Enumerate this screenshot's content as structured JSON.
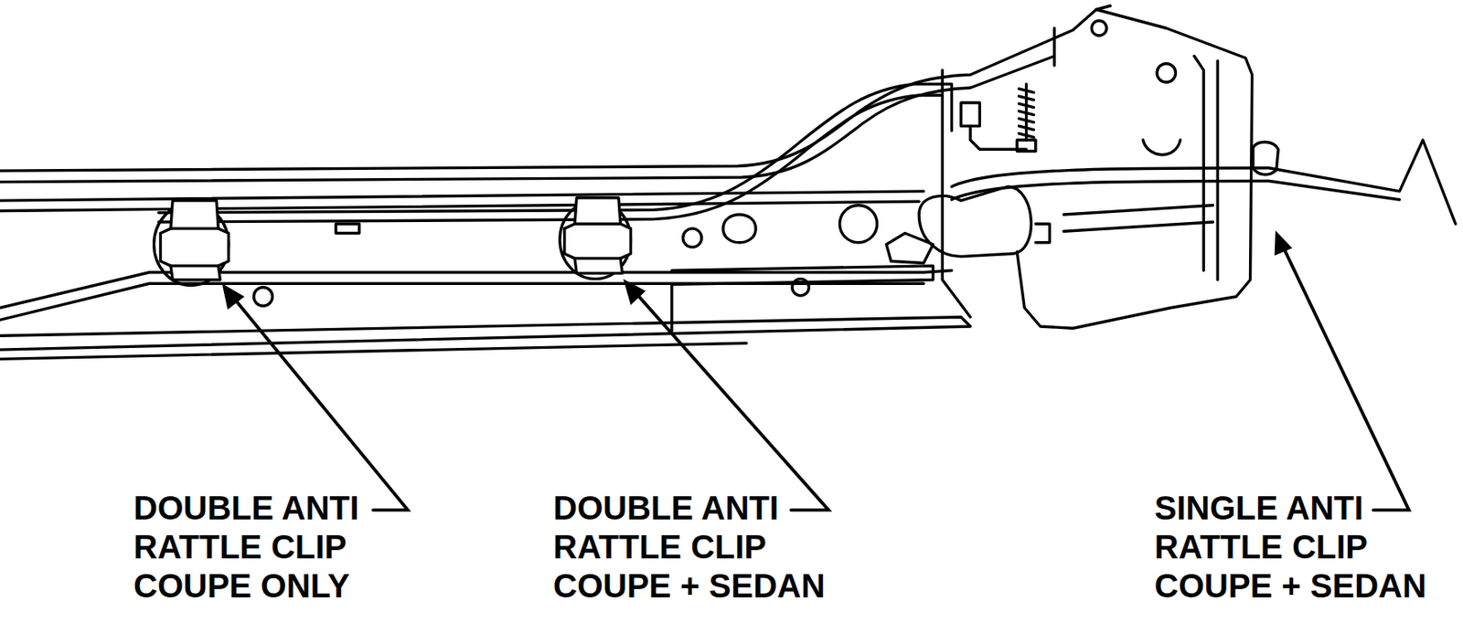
{
  "diagram": {
    "labels": [
      "DOUBLE ANTI RATTLE CLIP COUPE ONLY",
      "DOUBLE ANTI RATTLE CLIP COUPE + SEDAN",
      "SINGLE ANTI RATTLE CLIP COUPE + SEDAN"
    ]
  }
}
